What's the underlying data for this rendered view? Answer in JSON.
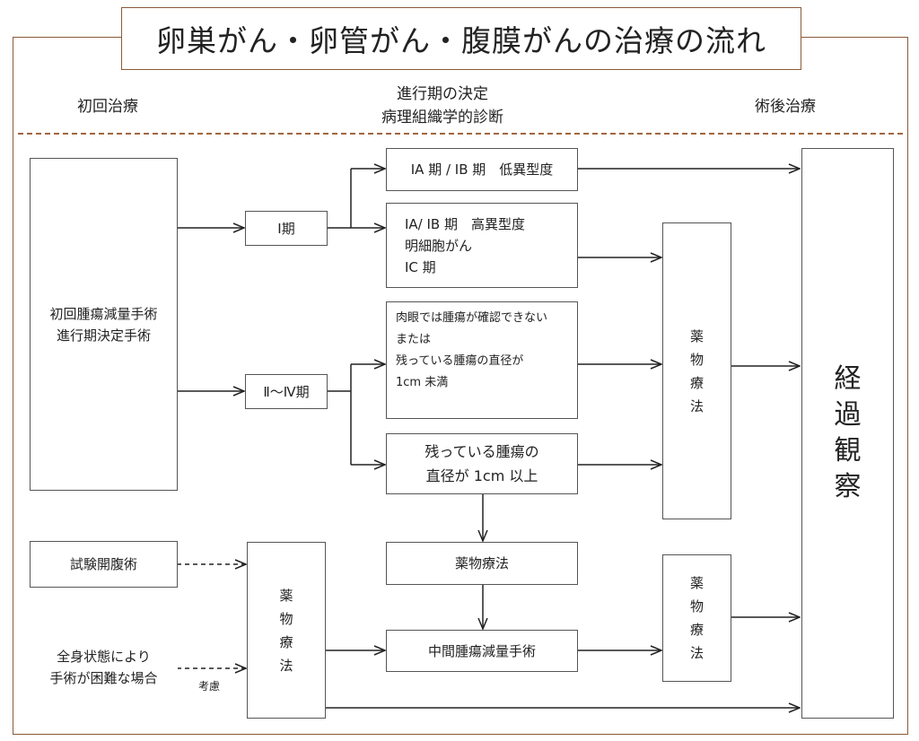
{
  "title": "卵巣がん・卵管がん・腹膜がんの治療の流れ",
  "headers": {
    "initial": "初回治療",
    "staging_line1": "進行期の決定",
    "staging_line2": "病理組織学的診断",
    "postop": "術後治療"
  },
  "boxes": {
    "initial_surgery": [
      "初回腫瘍減量手術",
      "進行期決定手術"
    ],
    "stage1": "Ⅰ期",
    "stage2_4": "Ⅱ～Ⅳ期",
    "stage1_low": "ⅠA 期 / ⅠB 期　低異型度",
    "stage1_high": [
      "ⅠA/ ⅠB 期　高異型度",
      "明細胞がん",
      "IC 期"
    ],
    "residual_none": [
      "肉眼では腫瘍が確認できない",
      "または",
      "残っている腫瘍の直径が",
      "1cm 未満"
    ],
    "residual_large": [
      "残っている腫瘍の",
      "直径が 1cm 以上"
    ],
    "chemo_upper": [
      "薬",
      "物",
      "療",
      "法"
    ],
    "chemo_mid": "薬物療法",
    "chemo_lower": [
      "薬",
      "物",
      "療",
      "法"
    ],
    "chemo_left": [
      "薬",
      "物",
      "療",
      "法"
    ],
    "interval_surgery": "中間腫瘍減量手術",
    "exploratory": "試験開腹術",
    "poor_condition": [
      "全身状態により",
      "手術が困難な場合"
    ],
    "followup": [
      "経",
      "過",
      "観",
      "察"
    ]
  },
  "labels": {
    "consider": "考慮"
  },
  "colors": {
    "frame": "#8a5a3a",
    "dashed": "#a0663e",
    "line": "#222222"
  }
}
